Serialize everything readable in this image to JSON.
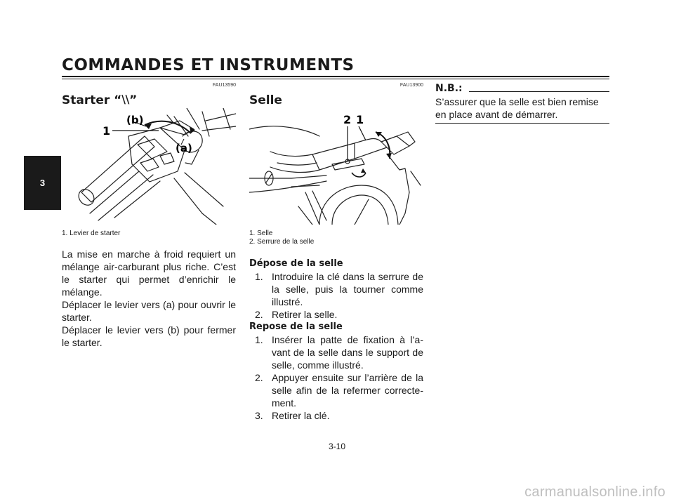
{
  "header": {
    "title": "COMMANDES ET INSTRUMENTS"
  },
  "chapter_tab": "3",
  "col1": {
    "ref": "FAU13590",
    "title": "Starter “⧵⧵”",
    "figure": {
      "callout_1": "1",
      "callout_b": "(b)",
      "callout_a": "(a)"
    },
    "caption": "1. Levier de starter",
    "paragraphs": [
      "La mise en marche à froid requiert un mélange air-carburant plus riche. C’est le starter qui permet d’enrichir le mélange.",
      "Déplacer le levier vers (a) pour ouvrir le starter.",
      "Déplacer le levier vers (b) pour fermer le starter."
    ]
  },
  "col2": {
    "ref": "FAU13900",
    "title": "Selle",
    "figure": {
      "callout_2": "2",
      "callout_1": "1"
    },
    "captions": [
      "1. Selle",
      "2. Serrure de la selle"
    ],
    "depose_title": "Dépose de la selle",
    "depose_steps": [
      {
        "num": "1.",
        "text": "Introduire la clé dans la serrure de la selle, puis la tourner comme illustré."
      },
      {
        "num": "2.",
        "text": "Retirer la selle."
      }
    ],
    "repose_title": "Repose de la selle",
    "repose_steps": [
      {
        "num": "1.",
        "text": "Insérer la patte de fixation à l’a-vant de la selle dans le support de selle, comme illustré."
      },
      {
        "num": "2.",
        "text": "Appuyer ensuite sur l’arrière de la selle afin de la refermer correcte-ment."
      },
      {
        "num": "3.",
        "text": "Retirer la clé."
      }
    ]
  },
  "col3": {
    "nb_label": "N.B.:",
    "nb_text": "S’assurer que la selle est bien remise en place avant de démarrer."
  },
  "footer": {
    "page_number": "3-10",
    "watermark": "carmanualsonline.info"
  }
}
